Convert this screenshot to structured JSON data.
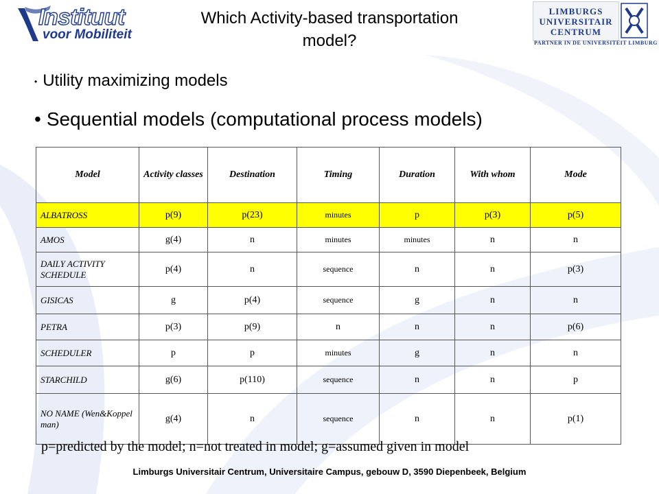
{
  "logos": {
    "left_line1": "Instituut",
    "left_line2": "voor Mobiliteit",
    "right_lines": [
      "LIMBURGS",
      "UNIVERSITAIR",
      "CENTRUM"
    ],
    "right_partner": "PARTNER IN DE UNIVERSITEIT LIMBURG",
    "brand_color": "#1f3a8a"
  },
  "title": {
    "line1": "Which Activity-based transportation",
    "line2": "model?"
  },
  "bullets": [
    "Utility maximizing models",
    "Sequential models (computational process models)"
  ],
  "table": {
    "headers": [
      "Model",
      "Activity classes",
      "Destination",
      "Timing",
      "Duration",
      "With whom",
      "Mode"
    ],
    "rows": [
      [
        "ALBATROSS",
        "p(9)",
        "p(23)",
        "minutes",
        "p",
        "p(3)",
        "p(5)"
      ],
      [
        "AMOS",
        "g(4)",
        "n",
        "minutes",
        "minutes",
        "n",
        "n"
      ],
      [
        "DAILY ACTIVITY SCHEDULE",
        "p(4)",
        "n",
        "sequence",
        "n",
        "n",
        "p(3)"
      ],
      [
        "GISICAS",
        "g",
        "p(4)",
        "sequence",
        "g",
        "n",
        "n"
      ],
      [
        "PETRA",
        "p(3)",
        "p(9)",
        "n",
        "n",
        "n",
        "p(6)"
      ],
      [
        "SCHEDULER",
        "p",
        "p",
        "minutes",
        "g",
        "n",
        "n"
      ],
      [
        "STARCHILD",
        "g(6)",
        "p(110)",
        "sequence",
        "n",
        "n",
        "p"
      ],
      [
        "NO NAME (Wen&Koppel man)",
        "g(4)",
        "n",
        "sequence",
        "n",
        "n",
        "p(1)"
      ]
    ],
    "highlight_color": "#ffff00"
  },
  "footnote": "p=predicted by the model; n=not treated in model; g=assumed given in model",
  "footer": "Limburgs Universitair Centrum, Universitaire Campus, gebouw D, 3590 Diepenbeek, Belgium"
}
